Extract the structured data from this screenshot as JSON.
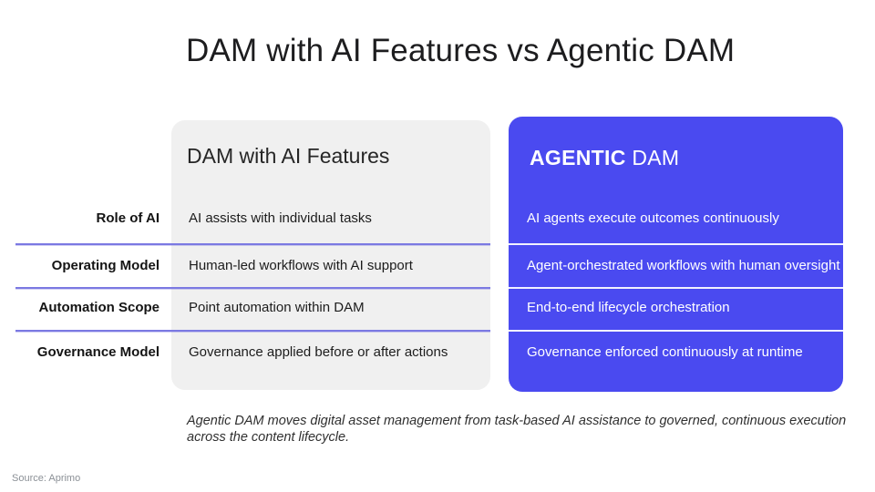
{
  "title": "DAM with AI Features vs Agentic DAM",
  "comparison": {
    "row_labels": [
      "Role of AI",
      "Operating Model",
      "Automation Scope",
      "Governance Model"
    ],
    "left": {
      "header": "DAM with AI Features",
      "cells": [
        "AI assists with individual tasks",
        "Human-led workflows with AI support",
        "Point automation within DAM",
        "Governance applied before or after actions"
      ]
    },
    "right": {
      "header_emphasis": "AGENTIC",
      "header_rest": "DAM",
      "cells": [
        "AI agents execute outcomes continuously",
        "Agent-orchestrated workflows with human oversight",
        "End-to-end lifecycle orchestration",
        "Governance enforced continuously at runtime"
      ]
    }
  },
  "caption": "Agentic DAM moves digital asset management from task-based AI assistance to governed, continuous execution across the content lifecycle.",
  "source": "Source: Aprimo",
  "colors": {
    "agentic_blue": "#4a4af0",
    "divider_purple": "#7b79e2",
    "card_gray": "#f0f0f0",
    "title_text": "#1d1d1f"
  }
}
